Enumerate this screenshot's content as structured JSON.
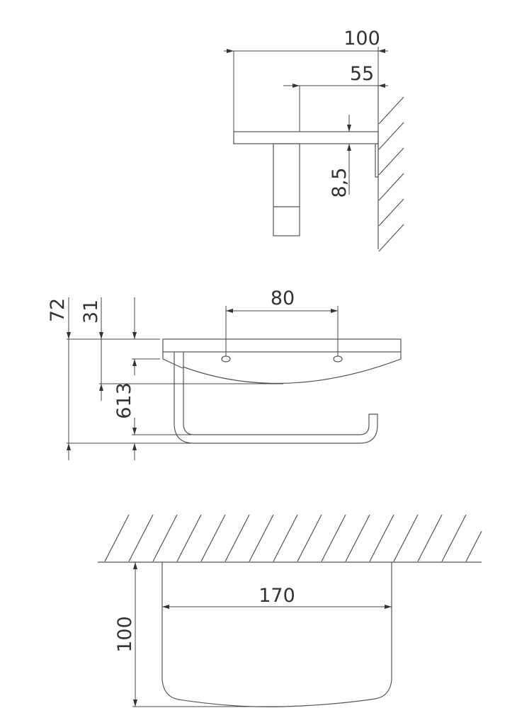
{
  "side_view": {
    "dim_total_depth": "100",
    "dim_holder_offset": "55",
    "dim_shelf_thickness": "8,5"
  },
  "front_view": {
    "dim_hole_spacing": "80",
    "dim_total_height": "72",
    "dim_curve_depth": "31",
    "dim_bar_offsets": "613"
  },
  "top_view": {
    "dim_width": "170",
    "dim_depth": "100"
  },
  "colors": {
    "line": "#555555",
    "text": "#333333"
  }
}
